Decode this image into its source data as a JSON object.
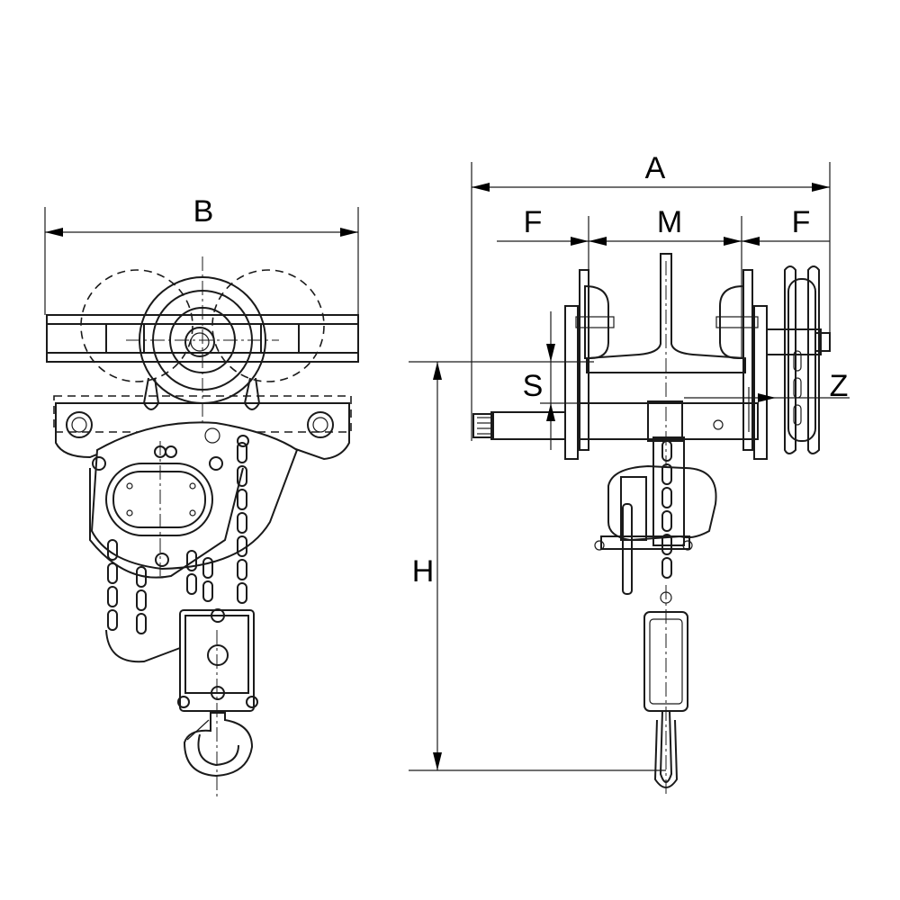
{
  "diagram": {
    "dimensions": {
      "A": "A",
      "B": "B",
      "F_left": "F",
      "M": "M",
      "F_right": "F",
      "S": "S",
      "Z": "Z",
      "H": "H"
    }
  }
}
